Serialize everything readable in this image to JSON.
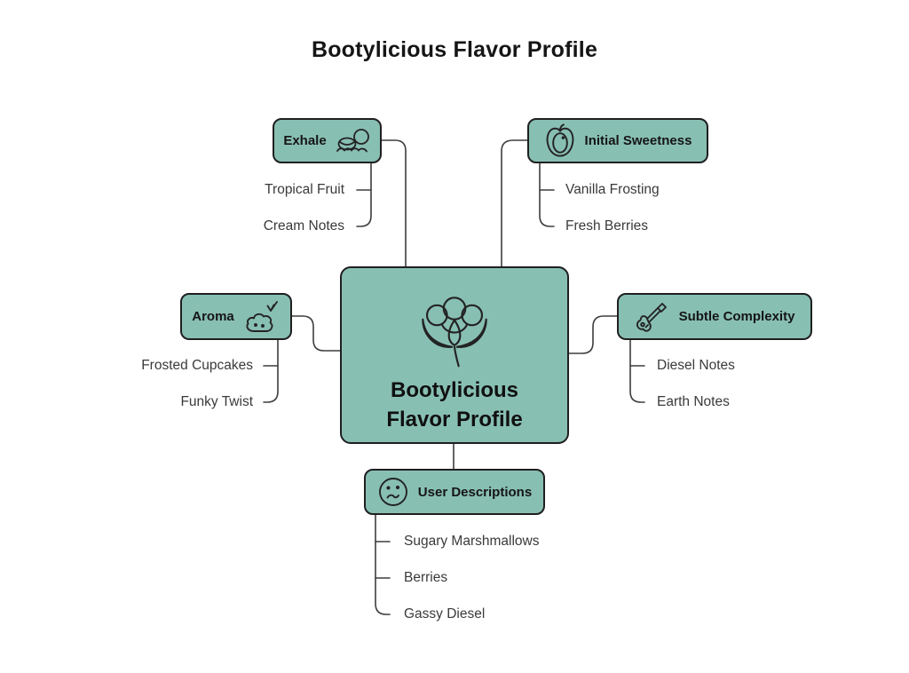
{
  "title": "Bootylicious Flavor Profile",
  "colors": {
    "node_fill": "#88bfb3",
    "node_border": "#1f1f1f",
    "line": "#3d3d3d",
    "text_dark": "#151515",
    "text_child": "#3a3a3a",
    "bg": "#ffffff"
  },
  "center": {
    "label_line1": "Bootylicious",
    "label_line2": "Flavor Profile",
    "icon": "flower-bud-icon"
  },
  "branches": [
    {
      "id": "exhale",
      "label": "Exhale",
      "icon": "exhale-cloud-icon",
      "children": [
        "Tropical Fruit",
        "Cream Notes"
      ]
    },
    {
      "id": "initial-sweetness",
      "label": "Initial Sweetness",
      "icon": "peach-icon",
      "children": [
        "Vanilla Frosting",
        "Fresh Berries"
      ]
    },
    {
      "id": "aroma",
      "label": "Aroma",
      "icon": "scent-blob-icon",
      "children": [
        "Frosted Cupcakes",
        "Funky Twist"
      ]
    },
    {
      "id": "subtle-complexity",
      "label": "Subtle Complexity",
      "icon": "guitar-icon",
      "children": [
        "Diesel Notes",
        "Earth Notes"
      ]
    },
    {
      "id": "user-descriptions",
      "label": "User Descriptions",
      "icon": "confused-face-icon",
      "children": [
        "Sugary Marshmallows",
        "Berries",
        "Gassy Diesel"
      ]
    }
  ]
}
